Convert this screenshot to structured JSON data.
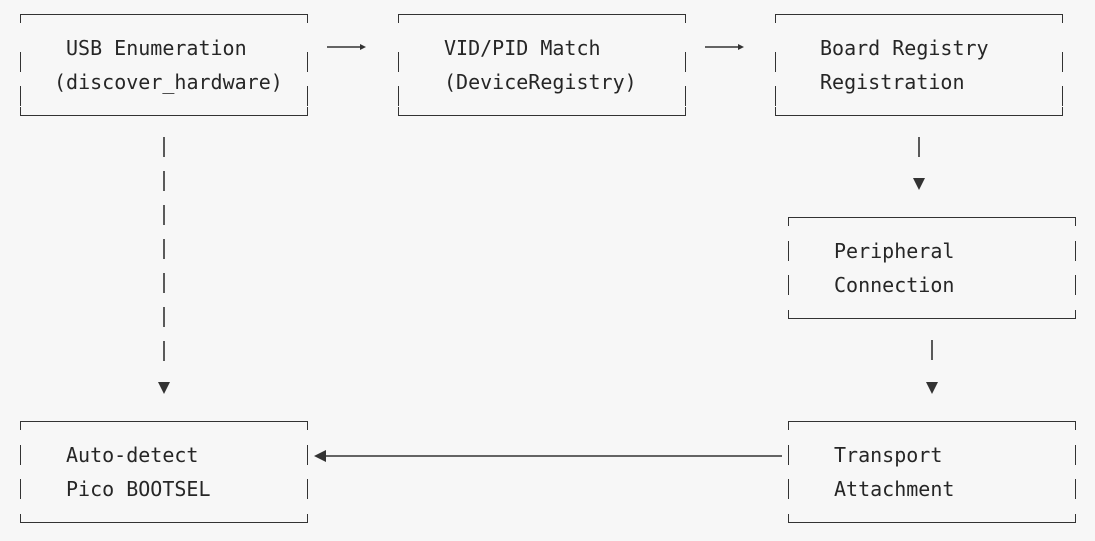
{
  "diagram": {
    "nodes": {
      "usb": {
        "line1": "USB Enumeration",
        "line2": "(discover_hardware)"
      },
      "vidpid": {
        "line1": "VID/PID Match",
        "line2": "(DeviceRegistry)"
      },
      "board": {
        "line1": "Board Registry",
        "line2": "Registration"
      },
      "peripheral": {
        "line1": "Peripheral",
        "line2": "Connection"
      },
      "transport": {
        "line1": "Transport",
        "line2": "Attachment"
      },
      "autodetect": {
        "line1": "Auto-detect",
        "line2": "Pico BOOTSEL"
      }
    },
    "edges": [
      {
        "from": "USB Enumeration",
        "to": "VID/PID Match",
        "style": "solid"
      },
      {
        "from": "VID/PID Match",
        "to": "Board Registry",
        "style": "solid"
      },
      {
        "from": "Board Registry",
        "to": "Peripheral",
        "style": "dashed"
      },
      {
        "from": "Peripheral",
        "to": "Transport",
        "style": "dashed"
      },
      {
        "from": "Transport",
        "to": "Auto-detect",
        "style": "solid"
      },
      {
        "from": "USB Enumeration",
        "to": "Auto-detect",
        "style": "dashed"
      }
    ],
    "colors": {
      "background": "#f7f7f7",
      "line": "#333333",
      "text": "#262626"
    }
  }
}
